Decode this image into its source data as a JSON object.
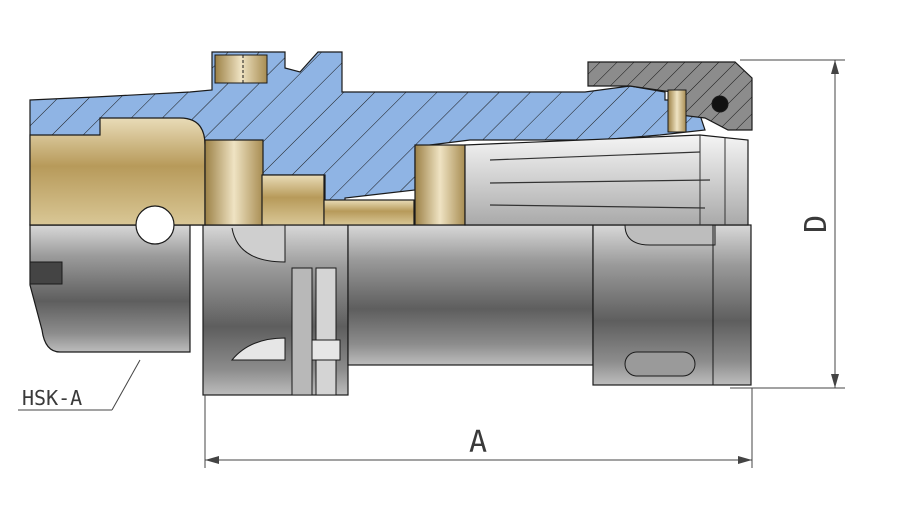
{
  "drawing": {
    "type_label": "HSK-A",
    "dim_length_label": "A",
    "dim_diameter_label": "D"
  },
  "colors": {
    "section_blue": "#8fb4e4",
    "brass": "#c9b58a",
    "steel_dark": "#5a5a5a",
    "steel_light": "#dcdcdc",
    "outline": "#1a1a1a",
    "dim_line": "#444444"
  }
}
